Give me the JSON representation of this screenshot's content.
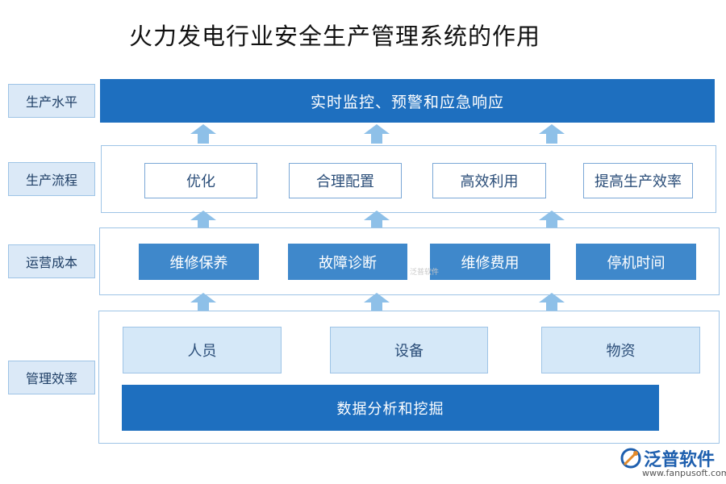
{
  "title": "火力发电行业安全生产管理系统的作用",
  "side_labels": [
    "生产水平",
    "生产流程",
    "运营成本",
    "管理效率"
  ],
  "top_banner": "实时监控、预警和应急响应",
  "process_items": [
    "优化",
    "合理配置",
    "高效利用",
    "提高生产效率"
  ],
  "cost_items": [
    "维修保养",
    "故障诊断",
    "维修费用",
    "停机时间"
  ],
  "resource_items": [
    "人员",
    "设备",
    "物资"
  ],
  "bottom_banner": "数据分析和挖掘",
  "watermark": "泛普软件",
  "logo": {
    "name": "泛普软件",
    "url": "www.fanpusoft.com"
  },
  "colors": {
    "banner": "#1e6fbf",
    "filled_box": "#3f88cb",
    "light_box": "#d5e8f8",
    "side_label_bg": "#dbe9f7",
    "arrow": "#8ec0e8",
    "border": "#9ec4e6"
  }
}
